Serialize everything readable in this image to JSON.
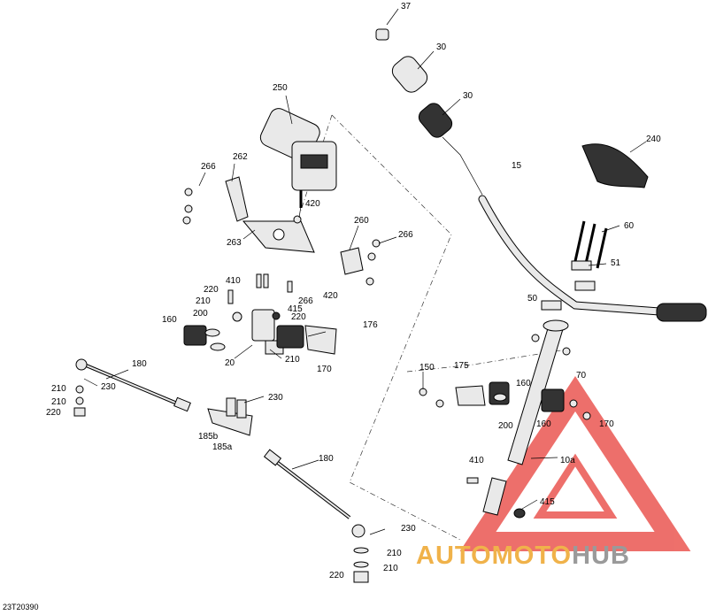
{
  "drawing_code": "23T20390",
  "watermark": {
    "part1": "AUTOMOTO",
    "part2": "HUB",
    "color_red": "#e8403a",
    "color_orange": "#f0b24a",
    "color_gray": "#9a9a9a"
  },
  "callouts": {
    "c37": "37",
    "c30a": "30",
    "c30b": "30",
    "c250": "250",
    "c240": "240",
    "c15": "15",
    "c266a": "266",
    "c262": "262",
    "c420a": "420",
    "c260": "260",
    "c266b": "266",
    "c263": "263",
    "c60": "60",
    "c51": "51",
    "c410a": "410",
    "c220a": "220",
    "c266c": "266",
    "c420b": "420",
    "c210a": "210",
    "c415a": "415",
    "c200a": "200",
    "c220b": "220",
    "c50": "50",
    "c160a": "160",
    "c176": "176",
    "c20": "20",
    "c210b": "210",
    "c170a": "170",
    "c180a": "180",
    "c150": "150",
    "c175": "175",
    "c70": "70",
    "c210c": "210",
    "c230a": "230",
    "c160b": "160",
    "c210d": "210",
    "c220c": "220",
    "c230b": "230",
    "c160c": "160",
    "c170b": "170",
    "c200b": "200",
    "c185b": "185b",
    "c185a": "185a",
    "c410b": "410",
    "c10a": "10a",
    "c180b": "180",
    "c415b": "415",
    "c230c": "230",
    "c210e": "210",
    "c210f": "210",
    "c220d": "220"
  }
}
